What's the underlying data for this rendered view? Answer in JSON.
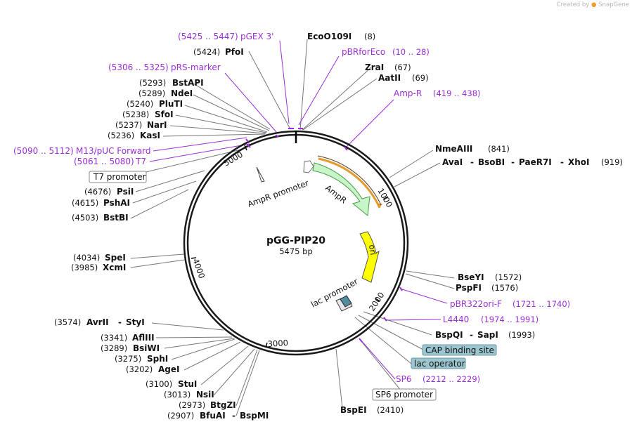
{
  "credit": {
    "prefix": "Created by",
    "brand": "SnapGene"
  },
  "plasmid": {
    "name": "pGG-PIP20",
    "size": "5475 bp"
  },
  "enzymes": {
    "ecoo109i": {
      "name": "EcoO109I",
      "pos": "(8)"
    },
    "pfoi": {
      "name": "PfoI",
      "pos": "(5424)"
    },
    "zrai": {
      "name": "ZraI",
      "pos": "(67)"
    },
    "aatii": {
      "name": "AatII",
      "pos": "(69)"
    },
    "bstapi": {
      "name": "BstAPI",
      "pos": "(5293)"
    },
    "ndei": {
      "name": "NdeI",
      "pos": "(5289)"
    },
    "pluti": {
      "name": "PluTI",
      "pos": "(5240)"
    },
    "sfoi": {
      "name": "SfoI",
      "pos": "(5238)"
    },
    "nari": {
      "name": "NarI",
      "pos": "(5237)"
    },
    "kasi": {
      "name": "KasI",
      "pos": "(5236)"
    },
    "nmeaiii": {
      "name": "NmeAIII",
      "pos": "(841)"
    },
    "ava": {
      "n1": "AvaI",
      "n2": "BsoBI",
      "n3": "PaeR7I",
      "n4": "XhoI",
      "pos": "(919)"
    },
    "psii": {
      "name": "PsiI",
      "pos": "(4676)"
    },
    "pshai": {
      "name": "PshAI",
      "pos": "(4615)"
    },
    "bstbi": {
      "name": "BstBI",
      "pos": "(4503)"
    },
    "spei": {
      "name": "SpeI",
      "pos": "(4034)"
    },
    "xcmi": {
      "name": "XcmI",
      "pos": "(3985)"
    },
    "bseyi": {
      "name": "BseYI",
      "pos": "(1572)"
    },
    "pspfi": {
      "name": "PspFI",
      "pos": "(1576)"
    },
    "avrii": {
      "n1": "AvrII",
      "n2": "StyI",
      "pos": "(3574)"
    },
    "afliii": {
      "name": "AflIII",
      "pos": "(3341)"
    },
    "bsiwi": {
      "name": "BsiWI",
      "pos": "(3289)"
    },
    "sphi": {
      "name": "SphI",
      "pos": "(3275)"
    },
    "agei": {
      "name": "AgeI",
      "pos": "(3202)"
    },
    "stui": {
      "name": "StuI",
      "pos": "(3100)"
    },
    "nsii": {
      "name": "NsiI",
      "pos": "(3013)"
    },
    "btgzi": {
      "name": "BtgZI",
      "pos": "(2973)"
    },
    "bfuai": {
      "n1": "BfuAI",
      "n2": "BspMI",
      "pos": "(2907)"
    },
    "bspqi": {
      "n1": "BspQI",
      "n2": "SapI",
      "pos": "(1993)"
    },
    "bspei": {
      "name": "BspEI",
      "pos": "(2410)"
    }
  },
  "primers": {
    "pgex3": {
      "range": "(5425 .. 5447)",
      "name": "pGEX 3'"
    },
    "pbrforeco": {
      "name": "pBRforEco",
      "range": "(10 .. 28)"
    },
    "prs": {
      "range": "(5306 .. 5325)",
      "name": "pRS-marker"
    },
    "ampr": {
      "name": "Amp-R",
      "range": "(419 .. 438)"
    },
    "m13": {
      "range": "(5090 .. 5112)",
      "name": "M13/pUC Forward"
    },
    "t7": {
      "range": "(5061 .. 5080)",
      "name": "T7"
    },
    "pbr322": {
      "name": "pBR322ori-F",
      "range": "(1721 .. 1740)"
    },
    "l4440": {
      "name": "L4440",
      "range": "(1974 .. 1991)"
    },
    "sp6": {
      "name": "SP6",
      "range": "(2212 .. 2229)"
    }
  },
  "boxes": {
    "t7_promoter": "T7 promoter",
    "cap_site": "CAP binding site",
    "lac_operator": "lac operator",
    "sp6_promoter": "SP6 promoter"
  },
  "features": {
    "ampr_promoter": "AmpR promoter",
    "ampr": "AmpR",
    "ori": "ori",
    "lac_promoter": "lac promoter"
  },
  "ticks": {
    "t1000": "1000",
    "t2000": "2000",
    "t3000": "3000",
    "t4000": "4000",
    "t5000": "5000"
  },
  "colors": {
    "ampr": "#c8f5c8",
    "ampr_border": "#59a959",
    "ori": "#ffff00",
    "primer": "#9a2fd6",
    "box": "#9cc6cf",
    "orange": "#e59a2e"
  }
}
